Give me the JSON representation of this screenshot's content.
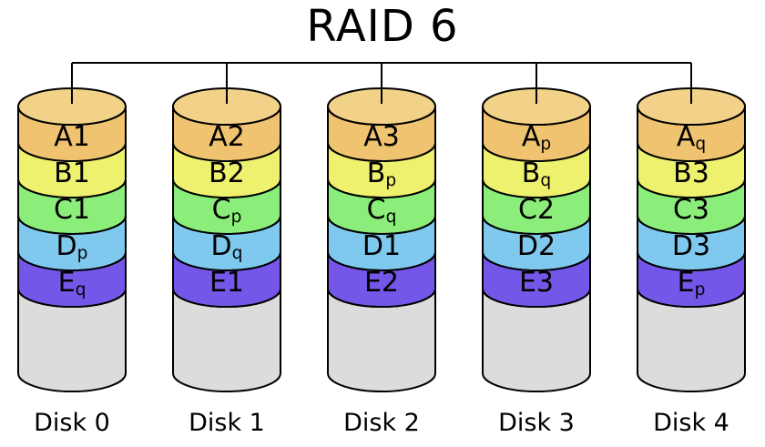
{
  "title": "RAID 6",
  "colors": {
    "background": "#FFFFFF",
    "outline": "#000000",
    "cap": "#F2D189",
    "body": "#DCDCDC",
    "bands": [
      "#EFC36F",
      "#EEF16D",
      "#8BEE7B",
      "#7FC9EF",
      "#7457E9"
    ]
  },
  "disks": [
    {
      "label": "Disk 0",
      "blocks": [
        {
          "main": "A1"
        },
        {
          "main": "B1"
        },
        {
          "main": "C1"
        },
        {
          "main": "D",
          "sub": "p"
        },
        {
          "main": "E",
          "sub": "q"
        }
      ]
    },
    {
      "label": "Disk 1",
      "blocks": [
        {
          "main": "A2"
        },
        {
          "main": "B2"
        },
        {
          "main": "C",
          "sub": "p"
        },
        {
          "main": "D",
          "sub": "q"
        },
        {
          "main": "E1"
        }
      ]
    },
    {
      "label": "Disk 2",
      "blocks": [
        {
          "main": "A3"
        },
        {
          "main": "B",
          "sub": "p"
        },
        {
          "main": "C",
          "sub": "q"
        },
        {
          "main": "D1"
        },
        {
          "main": "E2"
        }
      ]
    },
    {
      "label": "Disk 3",
      "blocks": [
        {
          "main": "A",
          "sub": "p"
        },
        {
          "main": "B",
          "sub": "q"
        },
        {
          "main": "C2"
        },
        {
          "main": "D2"
        },
        {
          "main": "E3"
        }
      ]
    },
    {
      "label": "Disk 4",
      "blocks": [
        {
          "main": "A",
          "sub": "q"
        },
        {
          "main": "B3"
        },
        {
          "main": "C3"
        },
        {
          "main": "D3"
        },
        {
          "main": "E",
          "sub": "p"
        }
      ]
    }
  ]
}
